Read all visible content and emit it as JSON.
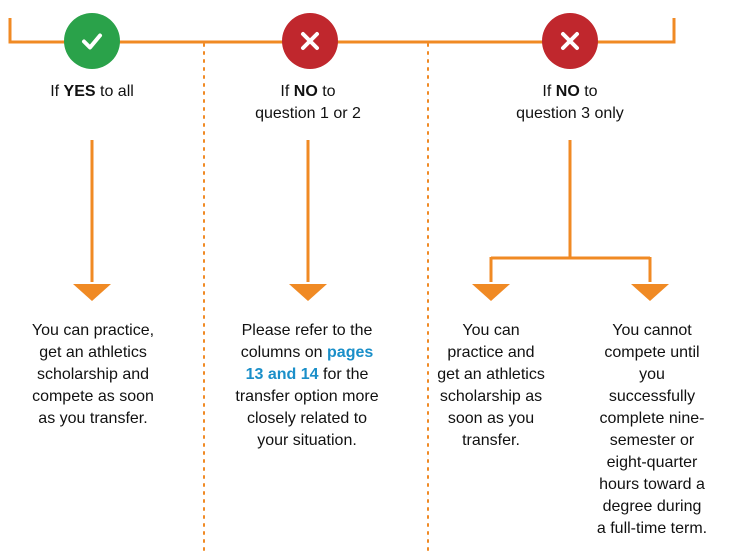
{
  "colors": {
    "orange": "#f08a24",
    "green": "#2aa24a",
    "red": "#c0272d",
    "link": "#1a8fc9"
  },
  "columns": [
    {
      "icon": "check-icon",
      "label_prefix": "If",
      "label_strong": "YES",
      "label_suffix": "to all",
      "label_line2": ""
    },
    {
      "icon": "x-icon",
      "label_prefix": "If",
      "label_strong": "NO",
      "label_suffix": "to",
      "label_line2": "question 1 or 2"
    },
    {
      "icon": "x-icon",
      "label_prefix": "If",
      "label_strong": "NO",
      "label_suffix": "to",
      "label_line2": "question 3 only"
    }
  ],
  "outcomes": {
    "col1": "You can practice, get an athletics scholarship and compete as soon as you transfer.",
    "col2_before": "Please refer to the columns on",
    "col2_link": "pages 13 and 14",
    "col2_after": "for the transfer option more closely related to your situation.",
    "col3a": "You can practice and get an athletics scholarship as soon as you transfer.",
    "col3b": "You cannot compete until you successfully complete nine-semester or eight-quarter hours toward a degree during a full-time term."
  }
}
